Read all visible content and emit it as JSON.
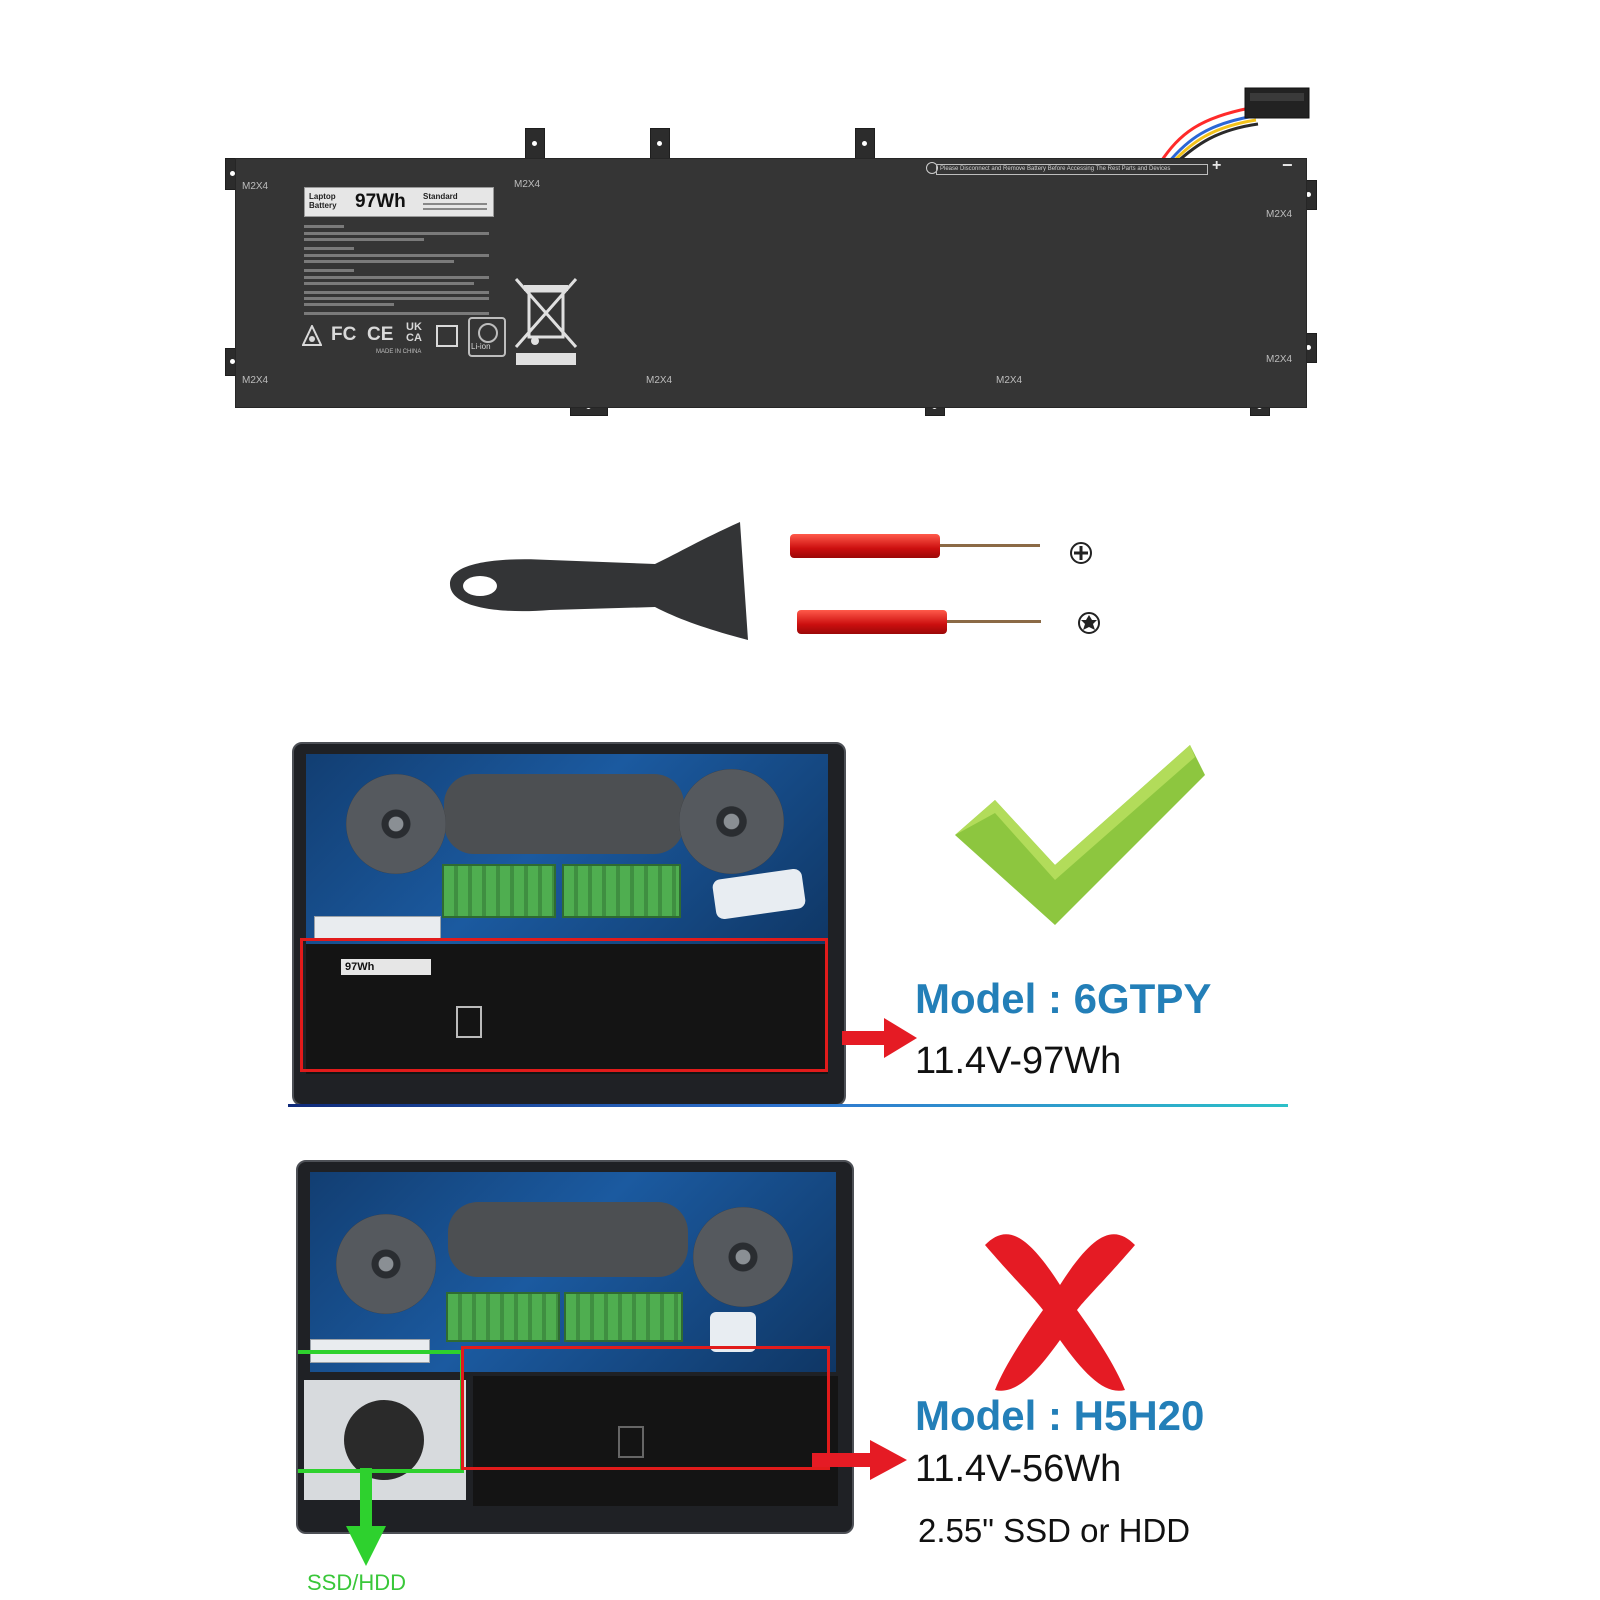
{
  "battery_shot": {
    "label_line1": "Laptop",
    "label_line2": "Battery",
    "capacity_label": "97Wh",
    "label_side_title": "Standard",
    "screw_label": "M2X4",
    "warning_strip": "Please Disconnect and Remove Battery Before Accessing The Rest Parts and Devices",
    "plus_sign": "+",
    "minus_sign": "−",
    "cert_fc": "FC",
    "cert_ce": "CE",
    "cert_ukca": "UK CA",
    "cert_liion": "Li-ion",
    "made_in": "MADE IN CHINA"
  },
  "comparison": {
    "compatible": {
      "model": "Model : 6GTPY",
      "spec": "11.4V-97Wh"
    },
    "incompatible": {
      "model": "Model : H5H20",
      "spec": "11.4V-56Wh",
      "note": "2.55\" SSD or HDD"
    },
    "ssd_label": "SSD/HDD"
  },
  "colors": {
    "check_green": "#8dc63f",
    "cross_red": "#e51b24",
    "model_blue": "#237fb8",
    "ssd_green": "#2ed12e"
  },
  "icons": [
    "check-icon",
    "cross-icon",
    "arrow-right-icon",
    "arrow-down-icon",
    "phillips-icon",
    "torx-icon"
  ]
}
